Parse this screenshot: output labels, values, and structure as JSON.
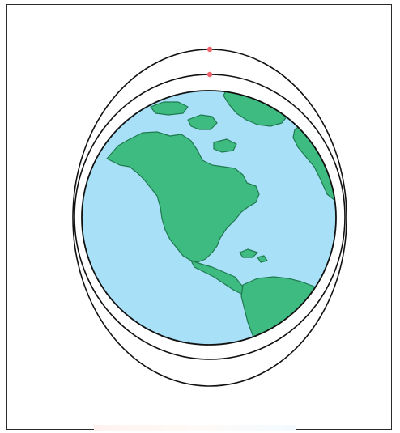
{
  "colors": {
    "frame_border": "#2b2b2b",
    "ocean": "#a7e0f7",
    "land": "#3dbb81",
    "land_outline": "#1f7a4f",
    "outline": "#111111",
    "orbit": "#111111",
    "satellite": "#f0646b"
  },
  "scene": {
    "subject": "earth-globe-icon",
    "orbits": [
      {
        "name": "outer-orbit",
        "satellite": "satellite-marker-outer"
      },
      {
        "name": "inner-orbit",
        "satellite": "satellite-marker-inner"
      }
    ]
  }
}
